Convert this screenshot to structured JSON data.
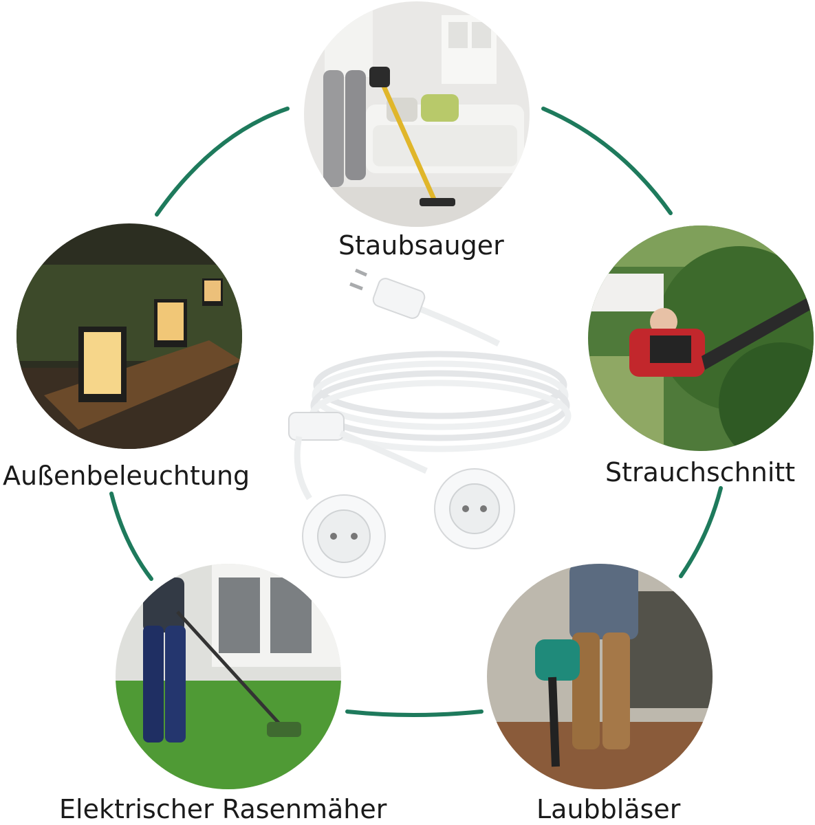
{
  "labels": {
    "vacuum": "Staubsauger",
    "outdoor_light": "Außenbeleuchtung",
    "hedge": "Strauchschnitt",
    "mower": "Elektrischer Rasenmäher",
    "blower": "Laubbläser"
  },
  "colors": {
    "ring": "#1e7a5c",
    "text": "#1a1a1a",
    "cable": "#f2f3f4"
  },
  "icons": {
    "center": "y-splitter-extension-cable"
  }
}
